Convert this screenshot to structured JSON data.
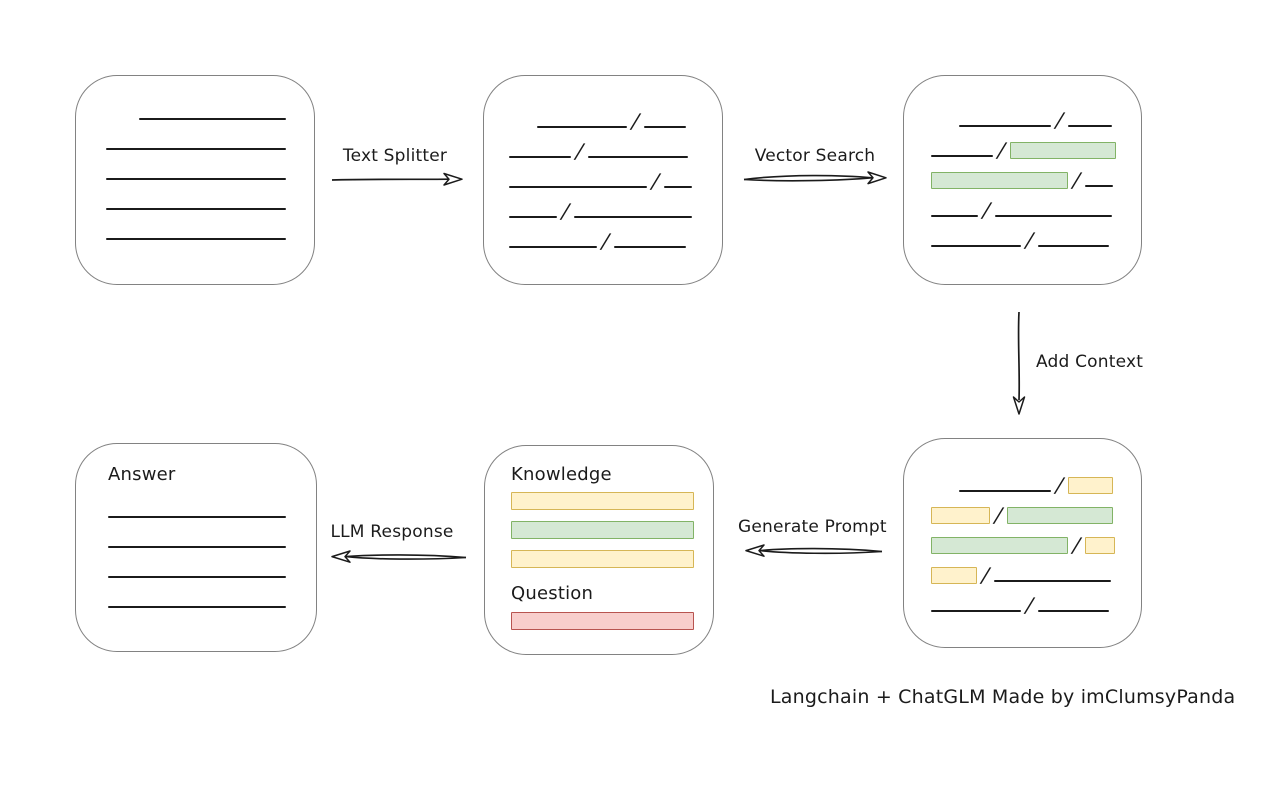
{
  "caption": "Langchain + ChatGLM Made by imClumsyPanda",
  "colors": {
    "ink": "#1b1b1b",
    "box_stroke": "#828282",
    "green_fill": "#d5e8d4",
    "green_stroke": "#82b366",
    "yellow_fill": "#fff2cc",
    "yellow_stroke": "#d6b656",
    "red_fill": "#f8cecc",
    "red_stroke": "#b85450"
  },
  "arrows": {
    "text_splitter": {
      "label": "Text Splitter",
      "direction": "right"
    },
    "vector_search": {
      "label": "Vector Search",
      "direction": "right"
    },
    "add_context": {
      "label": "Add Context",
      "direction": "down"
    },
    "generate_prompt": {
      "label": "Generate Prompt",
      "direction": "left"
    },
    "llm_response": {
      "label": "LLM Response",
      "direction": "left"
    }
  },
  "boxes": {
    "document": {
      "rows": [
        [
          {
            "t": "indent",
            "w": 33
          },
          {
            "t": "line",
            "w": 147
          }
        ],
        [
          {
            "t": "line",
            "w": 180
          }
        ],
        [
          {
            "t": "line",
            "w": 180
          }
        ],
        [
          {
            "t": "line",
            "w": 180
          }
        ],
        [
          {
            "t": "line",
            "w": 180
          }
        ]
      ]
    },
    "chunks": {
      "rows": [
        [
          {
            "t": "indent",
            "w": 28
          },
          {
            "t": "line",
            "w": 90
          },
          {
            "t": "slash"
          },
          {
            "t": "line",
            "w": 42
          }
        ],
        [
          {
            "t": "line",
            "w": 62
          },
          {
            "t": "slash"
          },
          {
            "t": "line",
            "w": 100
          }
        ],
        [
          {
            "t": "line",
            "w": 138
          },
          {
            "t": "slash"
          },
          {
            "t": "line",
            "w": 28
          }
        ],
        [
          {
            "t": "line",
            "w": 48
          },
          {
            "t": "slash"
          },
          {
            "t": "line",
            "w": 118
          }
        ],
        [
          {
            "t": "line",
            "w": 88
          },
          {
            "t": "slash"
          },
          {
            "t": "line",
            "w": 72
          }
        ]
      ]
    },
    "search_results": {
      "rows": [
        [
          {
            "t": "indent",
            "w": 28
          },
          {
            "t": "line",
            "w": 92
          },
          {
            "t": "slash"
          },
          {
            "t": "line",
            "w": 44
          }
        ],
        [
          {
            "t": "line",
            "w": 62
          },
          {
            "t": "slash"
          },
          {
            "t": "chip",
            "c": "green",
            "w": 104
          }
        ],
        [
          {
            "t": "chip",
            "c": "green",
            "w": 135
          },
          {
            "t": "slash"
          },
          {
            "t": "line",
            "w": 28
          }
        ],
        [
          {
            "t": "line",
            "w": 47
          },
          {
            "t": "slash"
          },
          {
            "t": "line",
            "w": 117
          }
        ],
        [
          {
            "t": "line",
            "w": 90
          },
          {
            "t": "slash"
          },
          {
            "t": "line",
            "w": 71
          }
        ]
      ]
    },
    "context": {
      "rows": [
        [
          {
            "t": "indent",
            "w": 28
          },
          {
            "t": "line",
            "w": 92
          },
          {
            "t": "slash"
          },
          {
            "t": "chip",
            "c": "yellow",
            "w": 43
          }
        ],
        [
          {
            "t": "chip",
            "c": "yellow",
            "w": 57
          },
          {
            "t": "slash"
          },
          {
            "t": "chip",
            "c": "green",
            "w": 104
          }
        ],
        [
          {
            "t": "chip",
            "c": "green",
            "w": 135
          },
          {
            "t": "slash"
          },
          {
            "t": "chip",
            "c": "yellow",
            "w": 28
          }
        ],
        [
          {
            "t": "chip",
            "c": "yellow",
            "w": 44
          },
          {
            "t": "slash"
          },
          {
            "t": "line",
            "w": 117
          }
        ],
        [
          {
            "t": "line",
            "w": 90
          },
          {
            "t": "slash"
          },
          {
            "t": "line",
            "w": 71
          }
        ]
      ]
    },
    "prompt": {
      "knowledge_label": "Knowledge",
      "question_label": "Question",
      "knowledge_bars": [
        {
          "c": "yellow"
        },
        {
          "c": "green"
        },
        {
          "c": "yellow"
        }
      ],
      "question_bars": [
        {
          "c": "red"
        }
      ]
    },
    "answer": {
      "label": "Answer",
      "rows": [
        [
          {
            "t": "line",
            "w": 178
          }
        ],
        [
          {
            "t": "line",
            "w": 178
          }
        ],
        [
          {
            "t": "line",
            "w": 178
          }
        ],
        [
          {
            "t": "line",
            "w": 178
          }
        ]
      ]
    }
  }
}
